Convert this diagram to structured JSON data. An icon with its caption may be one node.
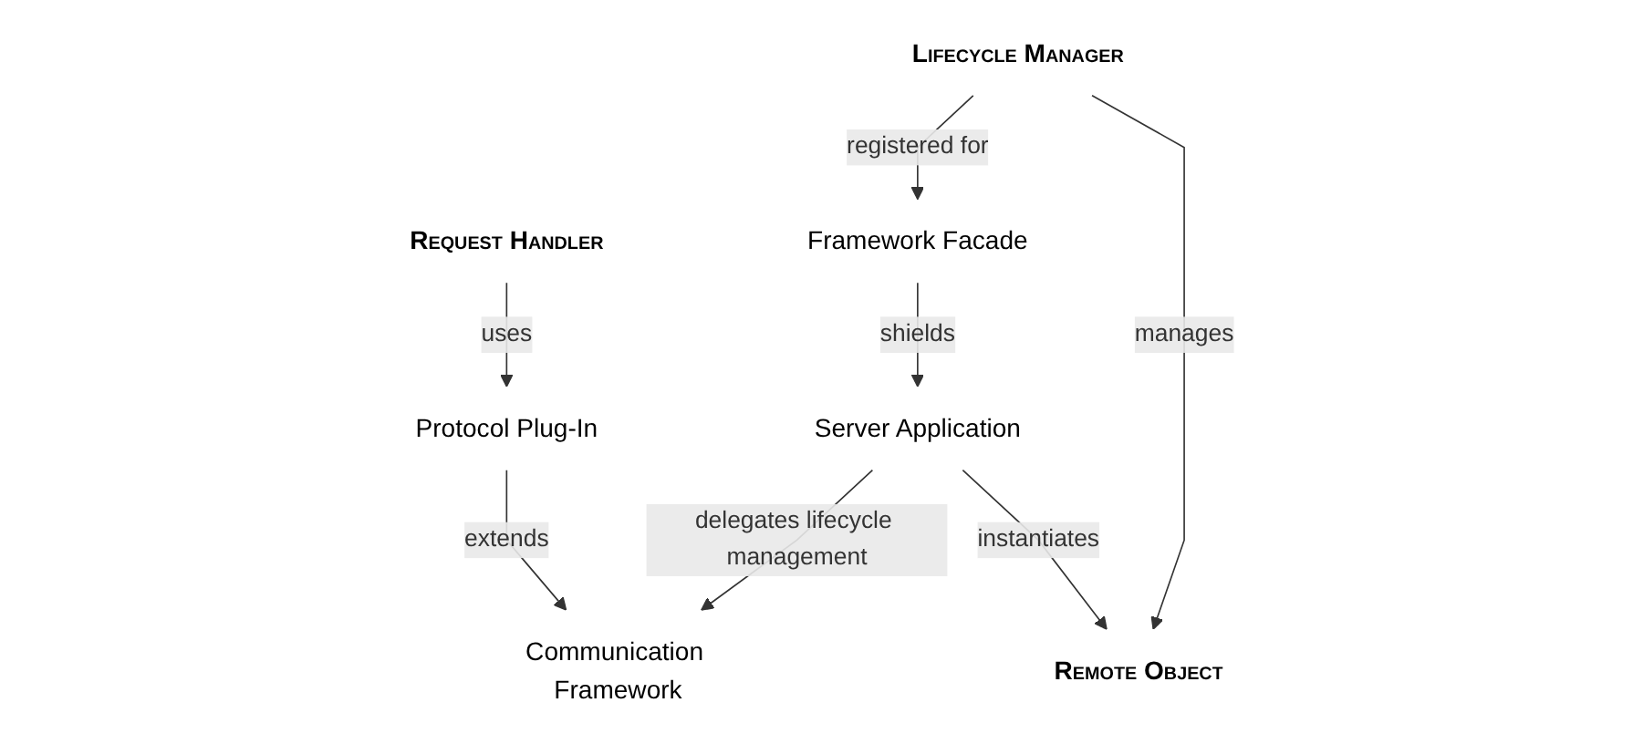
{
  "diagram": {
    "nodes": [
      {
        "text": [
          "Request Handler"
        ]
      },
      {
        "text": [
          "Remote Object"
        ]
      },
      {
        "text": [
          "Lifecycle Manager"
        ]
      },
      {
        "text": [
          "Protocol Plug-In"
        ]
      },
      {
        "text": [
          "Framework Facade"
        ]
      },
      {
        "text": [
          "Server Application"
        ]
      },
      {
        "text": [
          "Communication Framework"
        ]
      }
    ],
    "edges": [
      {
        "from": 0,
        "to": 3,
        "arrow": "to",
        "label": "uses"
      },
      {
        "from": 2,
        "to": 1,
        "arrow": "to",
        "label": "manages"
      },
      {
        "from": 5,
        "to": 1,
        "arrow": "to",
        "label": "instantiates"
      },
      {
        "from": 2,
        "to": 4,
        "arrow": "to",
        "label": "registered for"
      },
      {
        "from": 3,
        "to": 6,
        "arrow": "to",
        "label": "extends"
      },
      {
        "from": 4,
        "to": 5,
        "arrow": "to",
        "label": "shields"
      },
      {
        "from": 5,
        "to": 6,
        "arrow": "to",
        "label": "delegates lifecycle management"
      }
    ]
  }
}
